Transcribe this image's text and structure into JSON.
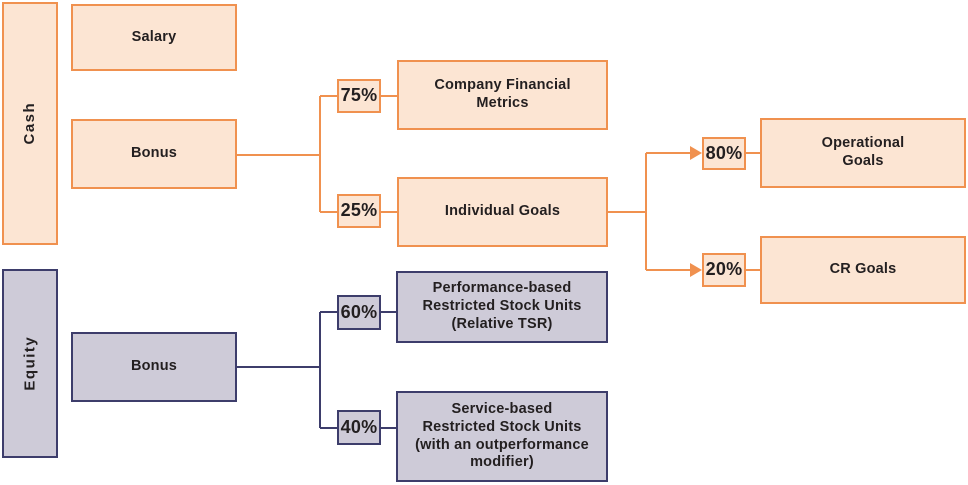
{
  "colors": {
    "cash_fill": "#FCE5D3",
    "cash_border": "#F0914F",
    "equity_fill": "#CECBD8",
    "equity_border": "#3D3D6B",
    "text": "#231F20"
  },
  "cash": {
    "category": "Cash",
    "salary": "Salary",
    "bonus": "Bonus",
    "bonus_split": [
      {
        "pct": "75%",
        "label": "Company Financial\nMetrics"
      },
      {
        "pct": "25%",
        "label": "Individual Goals"
      }
    ],
    "individual_goals_split": [
      {
        "pct": "80%",
        "label": "Operational\nGoals"
      },
      {
        "pct": "20%",
        "label": "CR Goals"
      }
    ]
  },
  "equity": {
    "category": "Equity",
    "bonus": "Bonus",
    "bonus_split": [
      {
        "pct": "60%",
        "label": "Performance-based\nRestricted Stock Units\n(Relative TSR)"
      },
      {
        "pct": "40%",
        "label": "Service-based\nRestricted Stock Units\n(with an outperformance\nmodifier)"
      }
    ]
  }
}
